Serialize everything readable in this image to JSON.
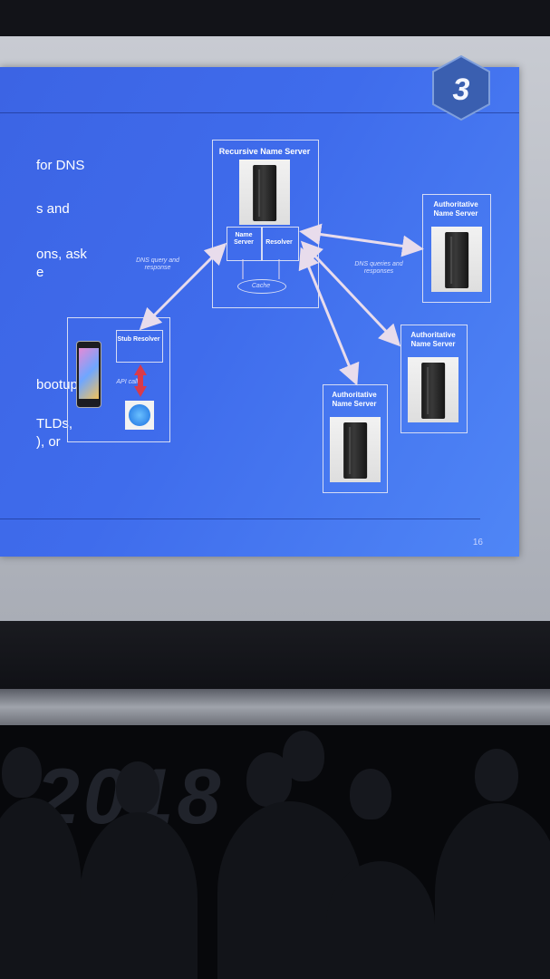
{
  "slide": {
    "bullets": [
      "for DNS",
      "s and",
      "ons, ask",
      "e",
      "bootup",
      "TLDs,",
      "), or"
    ],
    "page_number": "16",
    "badge_number": "3"
  },
  "diagram": {
    "recursive_title": "Recursive Name Server",
    "name_server_label": "Name Server",
    "resolver_label": "Resolver",
    "cache_label": "Cache",
    "stub_resolver_label": "Stub Resolver",
    "api_calls_label": "API calls",
    "dns_query_label": "DNS query and response",
    "dns_queries_label": "DNS queries and responses",
    "authoritative_1": "Authoritative Name Server",
    "authoritative_2": "Authoritative Name Server",
    "authoritative_3": "Authoritative Name Server"
  },
  "venue": {
    "watermark": "2018"
  },
  "colors": {
    "slide_blue": "#3f6cec",
    "arrow": "#e8dcec",
    "api_arrow": "#d93a4a",
    "badge": "#3a5fb0"
  }
}
